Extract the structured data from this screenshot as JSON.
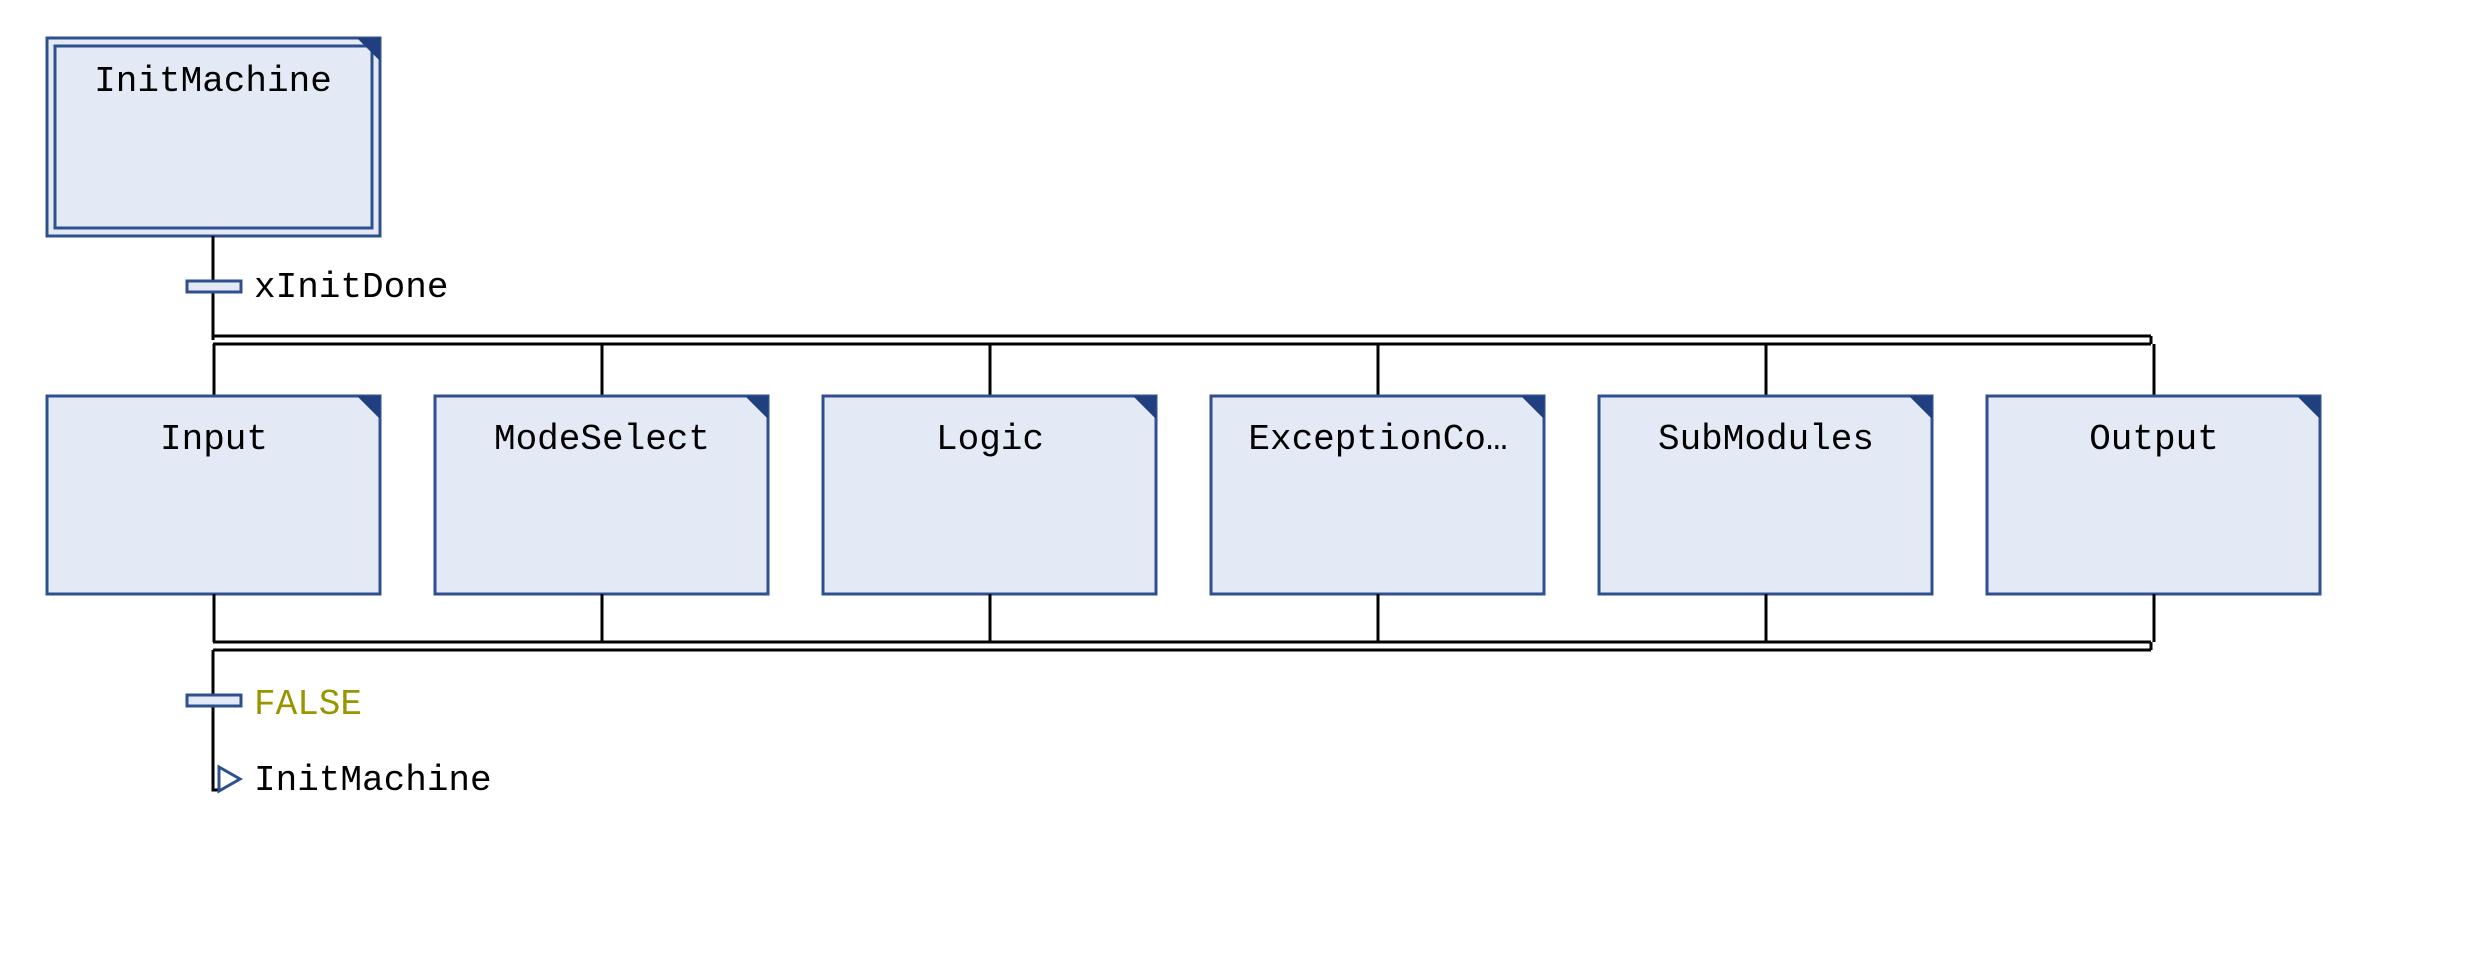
{
  "diagram": {
    "initial_step": {
      "name": "InitMachine"
    },
    "transition_1": {
      "condition": "xInitDone",
      "color": "#000000"
    },
    "parallel_steps": [
      {
        "name": "Input"
      },
      {
        "name": "ModeSelect"
      },
      {
        "name": "Logic"
      },
      {
        "name": "ExceptionCo…"
      },
      {
        "name": "SubModules"
      },
      {
        "name": "Output"
      }
    ],
    "transition_2": {
      "condition": "FALSE",
      "color": "#9a9400"
    },
    "jump": {
      "target": "InitMachine",
      "icon": "jump-arrow-icon"
    }
  },
  "colors": {
    "step_fill": "#e3eaf6",
    "step_border": "#2f4f8f",
    "corner_marker": "#1f3f7f",
    "wire": "#000000"
  }
}
